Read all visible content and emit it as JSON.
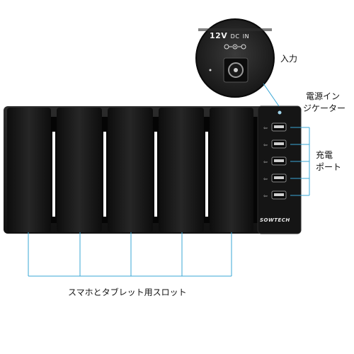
{
  "dc_input": {
    "voltage": "12V",
    "type": "DC",
    "direction": "IN"
  },
  "brand": "SOWTECH",
  "callouts": {
    "input": "入力",
    "power_indicator_line1": "電源イン",
    "power_indicator_line2": "ジケーター",
    "charging_port_line1": "充電",
    "charging_port_line2": "ポート",
    "slots": "スマホとタブレット用スロット"
  },
  "colors": {
    "device_body": "#1c1c1c",
    "callout_line": "#3aa7d6",
    "background": "#ffffff"
  },
  "usb_port_count": 5
}
